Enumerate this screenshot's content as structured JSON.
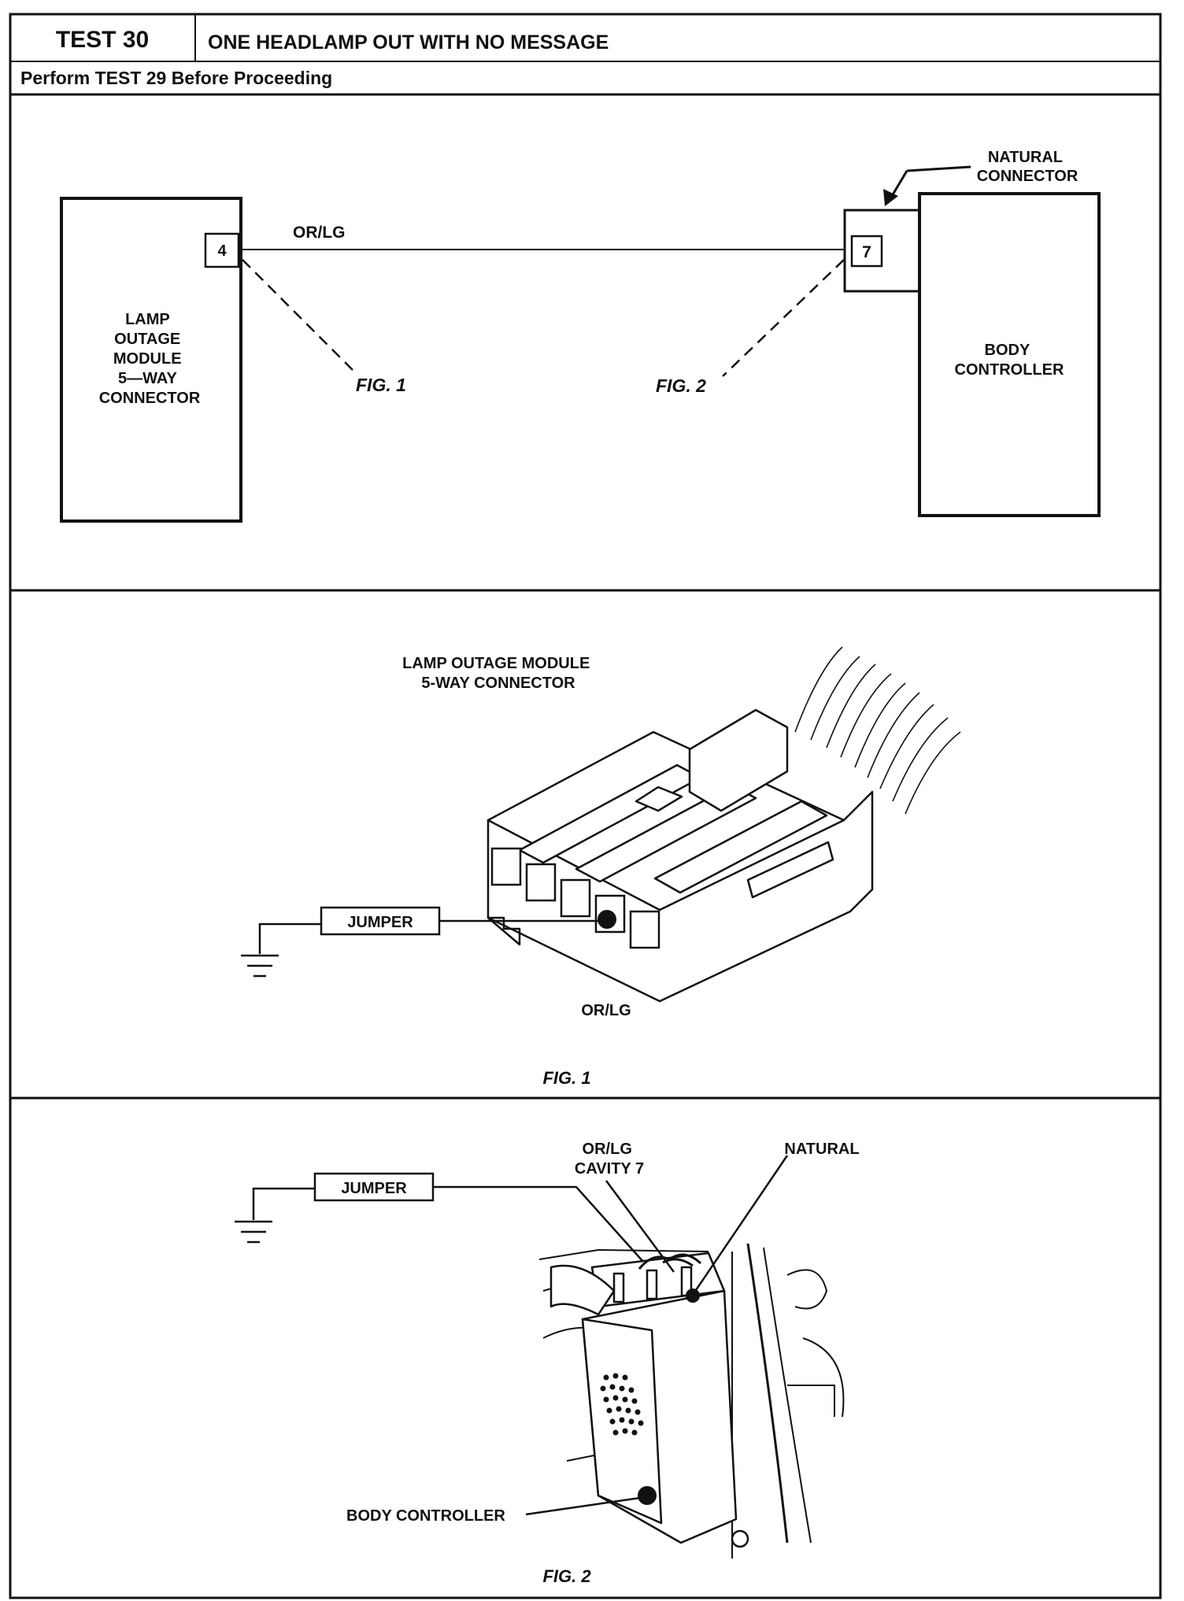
{
  "header": {
    "test_number": "TEST 30",
    "test_title": "ONE HEADLAMP OUT WITH NO MESSAGE",
    "prerequisite": "Perform TEST 29 Before Proceeding"
  },
  "schematic": {
    "left_module_label_lines": [
      "LAMP",
      "OUTAGE",
      "MODULE",
      "5—WAY",
      "CONNECTOR"
    ],
    "left_pin": "4",
    "wire_color": "OR/LG",
    "right_pin": "7",
    "natural_connector_label_lines": [
      "NATURAL",
      "CONNECTOR"
    ],
    "right_module_label_lines": [
      "BODY",
      "CONTROLLER"
    ],
    "fig1_ref": "FIG. 1",
    "fig2_ref": "FIG. 2"
  },
  "figure1": {
    "title_lines": [
      "LAMP OUTAGE MODULE",
      "5-WAY CONNECTOR"
    ],
    "jumper_label": "JUMPER",
    "wire_label": "OR/LG",
    "caption": "FIG. 1"
  },
  "figure2": {
    "jumper_label": "JUMPER",
    "cavity_label_lines": [
      "OR/LG",
      "CAVITY 7"
    ],
    "natural_label": "NATURAL",
    "body_controller_label": "BODY CONTROLLER",
    "caption": "FIG. 2"
  }
}
